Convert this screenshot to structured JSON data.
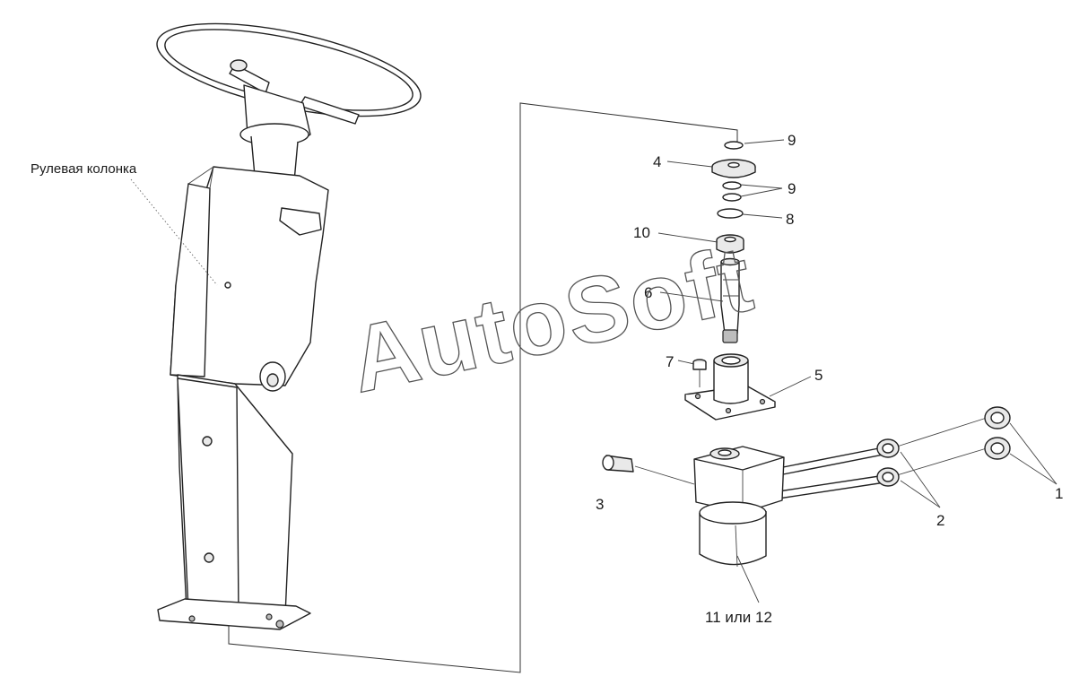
{
  "diagram": {
    "assembly_label": "Рулевая колонка",
    "watermark": "AutoSoft",
    "callouts": {
      "c1": "1",
      "c2": "2",
      "c3": "3",
      "c4": "4",
      "c5": "5",
      "c6": "6",
      "c7": "7",
      "c8": "8",
      "c9a": "9",
      "c9b": "9",
      "c10": "10",
      "c11": "11 или 12"
    }
  }
}
